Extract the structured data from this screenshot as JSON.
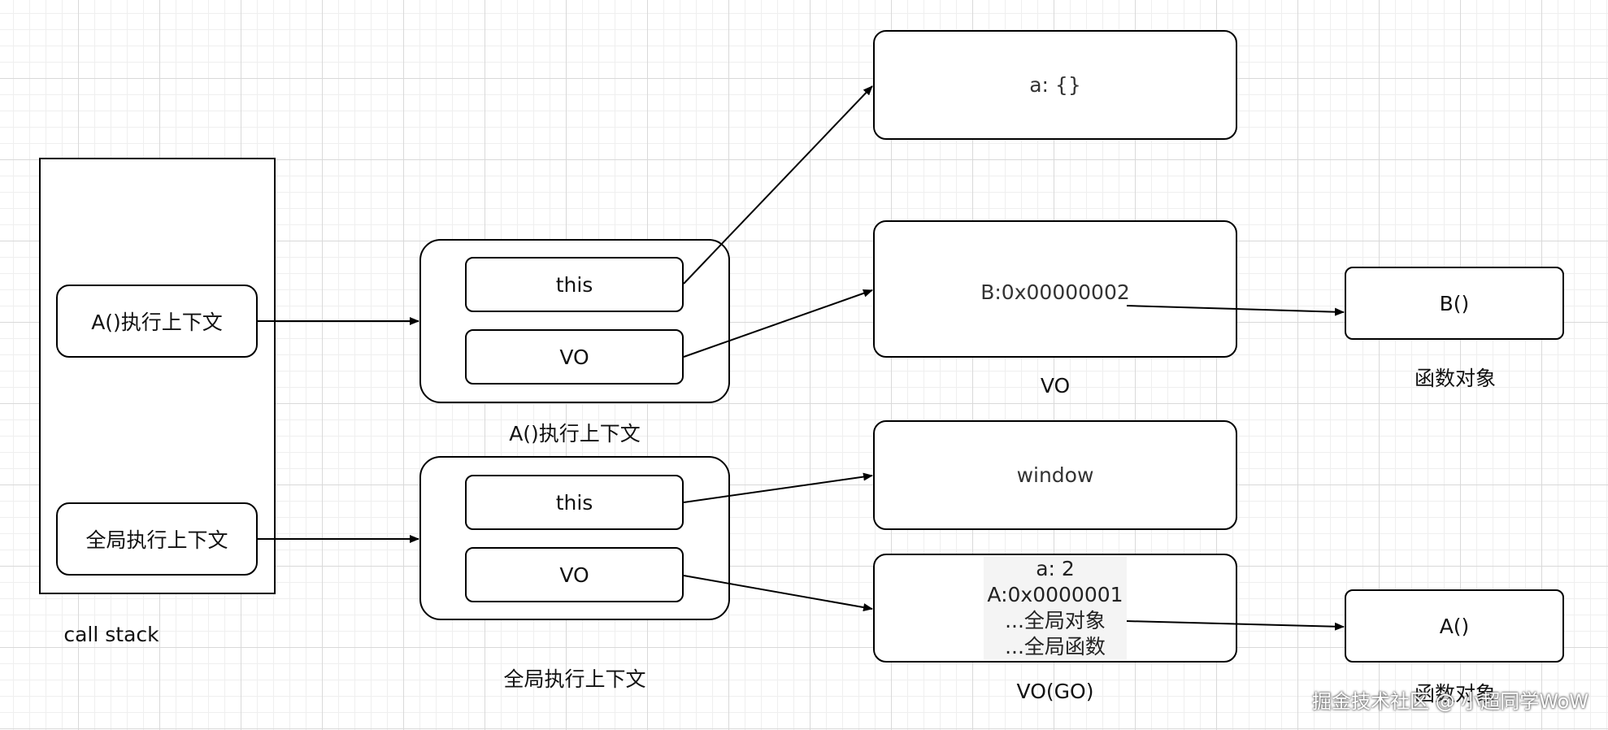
{
  "call_stack": {
    "items": [
      "A()执行上下文",
      "全局执行上下文"
    ],
    "label": "call stack"
  },
  "a_context": {
    "this": "this",
    "vo": "VO",
    "label": "A()执行上下文"
  },
  "global_context": {
    "this": "this",
    "vo": "VO",
    "label": "全局执行上下文"
  },
  "objects": {
    "a_this_target": "a: {}",
    "a_vo": "B:0x00000002",
    "a_vo_label": "VO",
    "global_this_target": "window",
    "global_vo_lines": [
      "a: 2",
      "A:0x0000001",
      "...全局对象",
      "...全局函数"
    ],
    "global_vo_label": "VO(GO)"
  },
  "functions": {
    "b": "B()",
    "b_label": "函数对象",
    "a": "A()",
    "a_label": "函数对象"
  },
  "watermark": "掘金技术社区 @ 小超同学WoW"
}
